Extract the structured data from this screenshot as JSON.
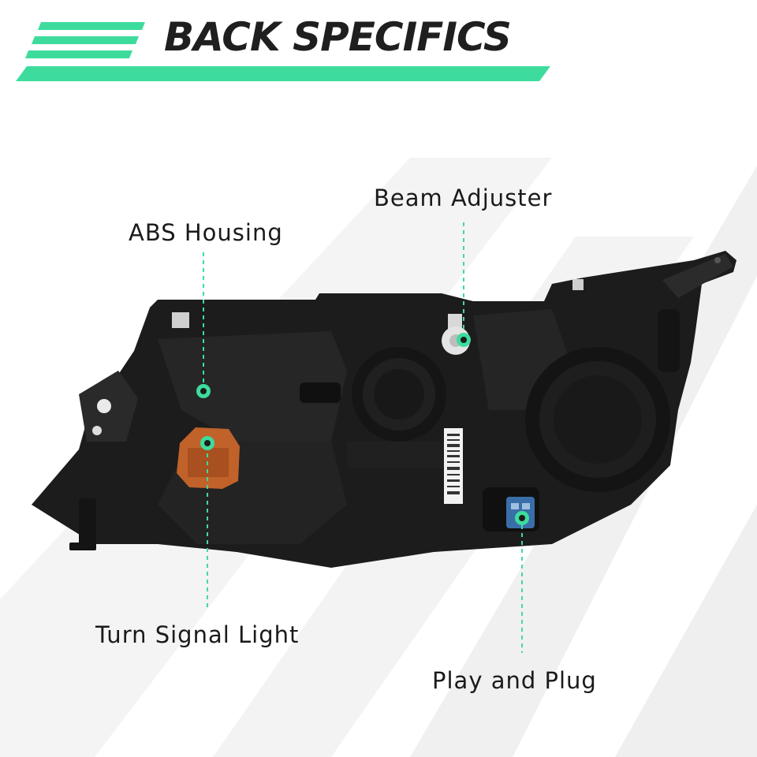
{
  "header": {
    "title": "BACK SPECIFICS"
  },
  "callouts": [
    {
      "id": "abs-housing",
      "label": "ABS Housing"
    },
    {
      "id": "beam-adjuster",
      "label": "Beam Adjuster"
    },
    {
      "id": "turn-signal-light",
      "label": "Turn Signal Light"
    },
    {
      "id": "play-and-plug",
      "label": "Play and Plug"
    }
  ],
  "colors": {
    "accent": "#3ddc9d",
    "housing": "#1c1c1c",
    "turn_signal_socket": "#c0622a",
    "connector": "#3a6ea8",
    "background_stripes": "#eeeeee"
  }
}
